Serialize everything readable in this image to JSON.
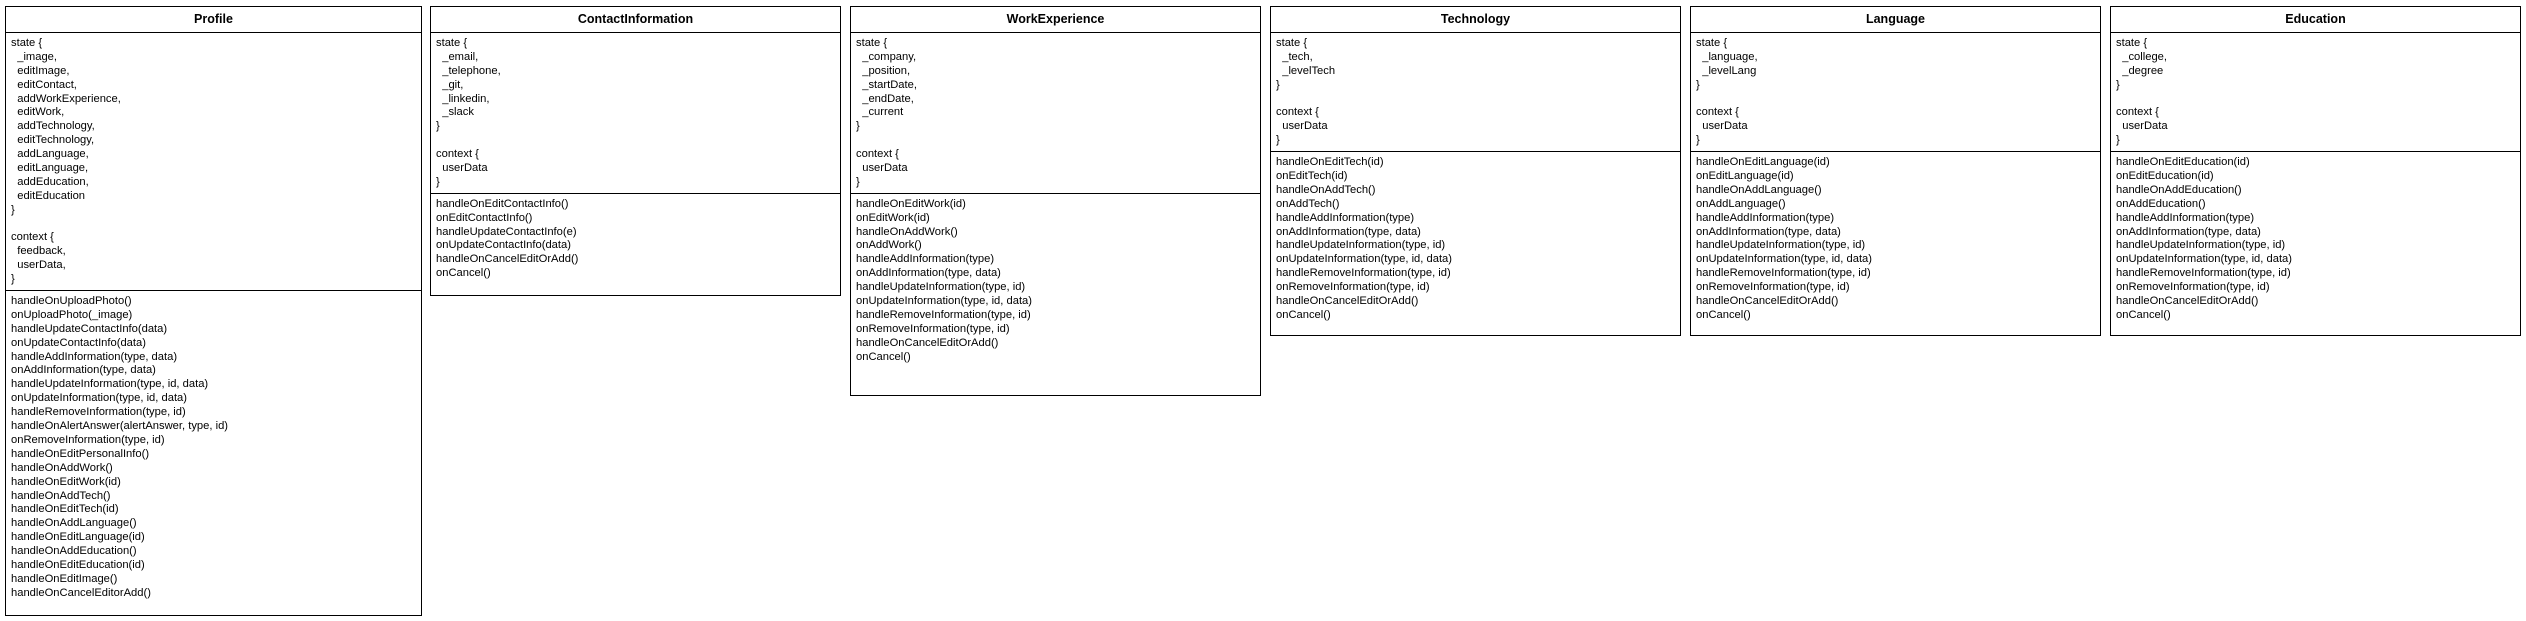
{
  "classes": [
    {
      "name": "Profile",
      "attributes": [
        "state {",
        "  _image,",
        "  editImage,",
        "  editContact,",
        "  addWorkExperience,",
        "  editWork,",
        "  addTechnology,",
        "  editTechnology,",
        "  addLanguage,",
        "  editLanguage,",
        "  addEducation,",
        "  editEducation",
        "}",
        "",
        "context {",
        "  feedback,",
        "  userData,",
        "}"
      ],
      "methods": [
        "handleOnUploadPhoto()",
        "onUploadPhoto(_image)",
        "handleUpdateContactInfo(data)",
        "onUpdateContactInfo(data)",
        "handleAddInformation(type, data)",
        "onAddInformation(type, data)",
        "handleUpdateInformation(type, id, data)",
        "onUpdateInformation(type, id, data)",
        "handleRemoveInformation(type, id)",
        "handleOnAlertAnswer(alertAnswer, type, id)",
        "onRemoveInformation(type, id)",
        "handleOnEditPersonalInfo()",
        "handleOnAddWork()",
        "handleOnEditWork(id)",
        "handleOnAddTech()",
        "handleOnEditTech(id)",
        "handleOnAddLanguage()",
        "handleOnEditLanguage(id)",
        "handleOnAddEducation()",
        "handleOnEditEducation(id)",
        "handleOnEditImage()",
        "handleOnCancelEditorAdd()"
      ]
    },
    {
      "name": "ContactInformation",
      "attributes": [
        "state {",
        "  _email,",
        "  _telephone,",
        "  _git,",
        "  _linkedin,",
        "  _slack",
        "}",
        "",
        "context {",
        "  userData",
        "}"
      ],
      "methods": [
        "handleOnEditContactInfo()",
        "onEditContactInfo()",
        "handleUpdateContactInfo(e)",
        "onUpdateContactInfo(data)",
        "handleOnCancelEditOrAdd()",
        "onCancel()"
      ]
    },
    {
      "name": "WorkExperience",
      "attributes": [
        "state {",
        "  _company,",
        "  _position,",
        "  _startDate,",
        "  _endDate,",
        "  _current",
        "}",
        "",
        "context {",
        "  userData",
        "}"
      ],
      "methods": [
        "handleOnEditWork(id)",
        "onEditWork(id)",
        "handleOnAddWork()",
        "onAddWork()",
        "handleAddInformation(type)",
        "onAddInformation(type, data)",
        "handleUpdateInformation(type, id)",
        "onUpdateInformation(type, id, data)",
        "handleRemoveInformation(type, id)",
        "onRemoveInformation(type, id)",
        "handleOnCancelEditOrAdd()",
        "onCancel()"
      ]
    },
    {
      "name": "Technology",
      "attributes": [
        "state {",
        "  _tech,",
        "  _levelTech",
        "}",
        "",
        "context {",
        "  userData",
        "}"
      ],
      "methods": [
        "handleOnEditTech(id)",
        "onEditTech(id)",
        "handleOnAddTech()",
        "onAddTech()",
        "handleAddInformation(type)",
        "onAddInformation(type, data)",
        "handleUpdateInformation(type, id)",
        "onUpdateInformation(type, id, data)",
        "handleRemoveInformation(type, id)",
        "onRemoveInformation(type, id)",
        "handleOnCancelEditOrAdd()",
        "onCancel()"
      ]
    },
    {
      "name": "Language",
      "attributes": [
        "state {",
        "  _language,",
        "  _levelLang",
        "}",
        "",
        "context {",
        "  userData",
        "}"
      ],
      "methods": [
        "handleOnEditLanguage(id)",
        "onEditLanguage(id)",
        "handleOnAddLanguage()",
        "onAddLanguage()",
        "handleAddInformation(type)",
        "onAddInformation(type, data)",
        "handleUpdateInformation(type, id)",
        "onUpdateInformation(type, id, data)",
        "handleRemoveInformation(type, id)",
        "onRemoveInformation(type, id)",
        "handleOnCancelEditOrAdd()",
        "onCancel()"
      ]
    },
    {
      "name": "Education",
      "attributes": [
        "state {",
        "  _college,",
        "  _degree",
        "}",
        "",
        "context {",
        "  userData",
        "}"
      ],
      "methods": [
        "handleOnEditEducation(id)",
        "onEditEducation(id)",
        "handleOnAddEducation()",
        "onAddEducation()",
        "handleAddInformation(type)",
        "onAddInformation(type, data)",
        "handleUpdateInformation(type, id)",
        "onUpdateInformation(type, id, data)",
        "handleRemoveInformation(type, id)",
        "onRemoveInformation(type, id)",
        "handleOnCancelEditOrAdd()",
        "onCancel()"
      ]
    }
  ]
}
